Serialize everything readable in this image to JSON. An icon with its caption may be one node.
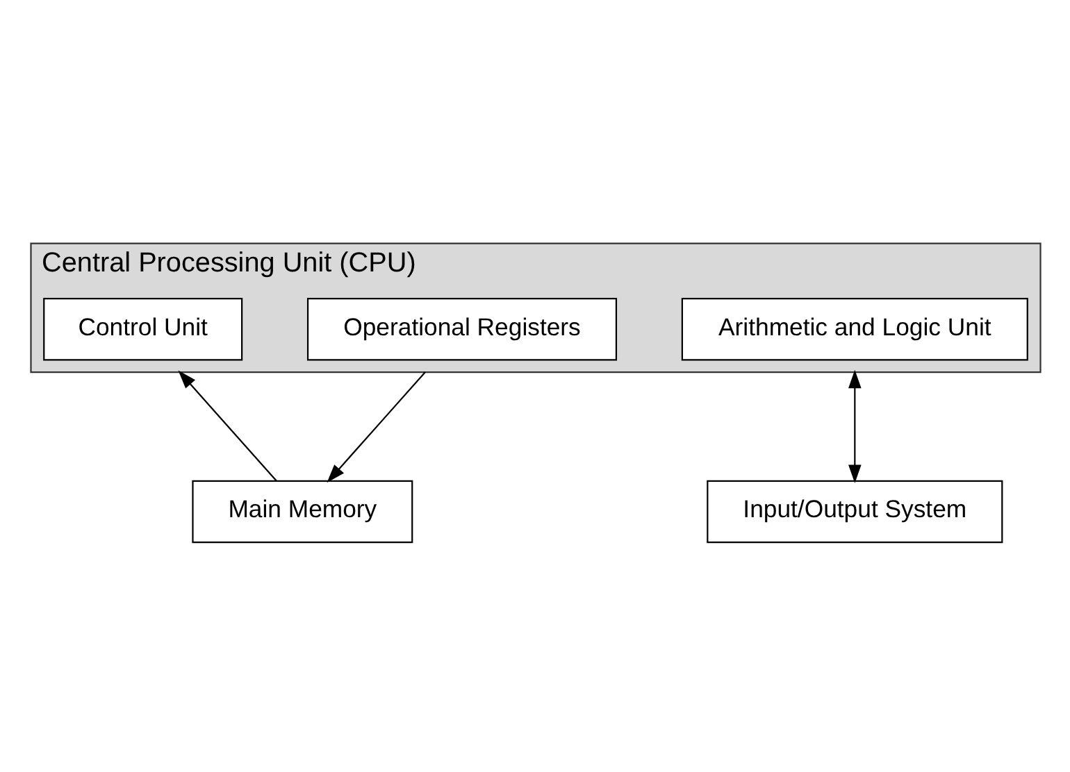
{
  "diagram": {
    "nodes": [
      {
        "text": [
          "Main Memory"
        ]
      },
      {
        "text": [
          "Central Processing Unit (CPU)"
        ]
      },
      {
        "text": [
          "Operational Registers"
        ],
        "in": 1
      },
      {
        "text": [
          "Control Unit"
        ],
        "in": 1
      },
      {
        "text": [
          "Arithmetic and Logic Unit"
        ],
        "in": 1
      },
      {
        "text": [
          "Input/Output System"
        ]
      }
    ],
    "edges": [
      {
        "from": 1,
        "to": 0,
        "arrow": "to"
      },
      {
        "from": 0,
        "to": 1,
        "arrow": "to"
      },
      {
        "from": 1,
        "to": 5,
        "arrow": "both"
      }
    ]
  }
}
